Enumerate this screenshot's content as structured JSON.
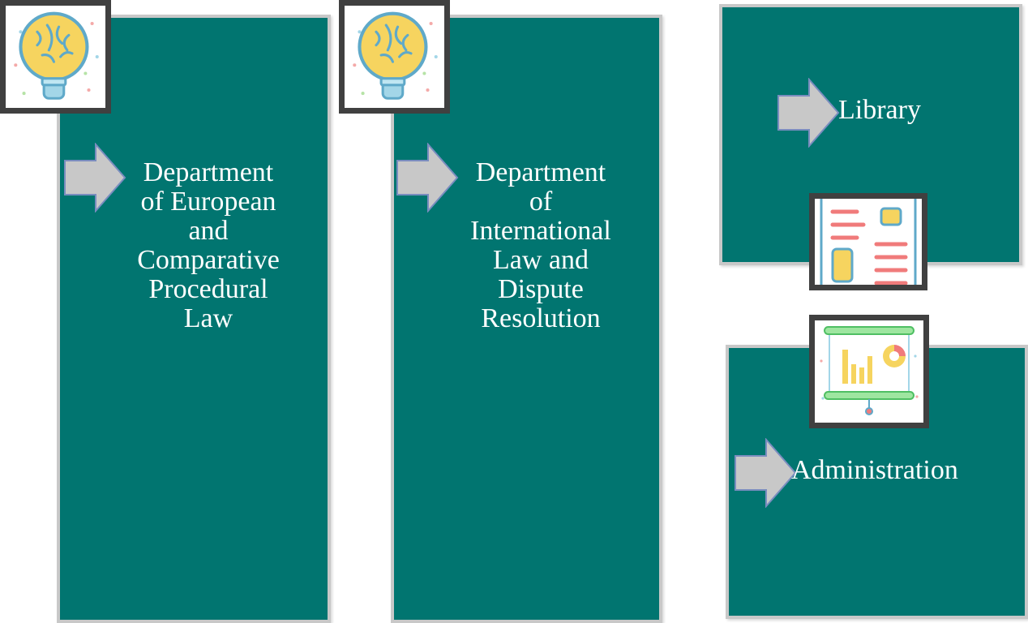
{
  "colors": {
    "panel_fill": "#017570",
    "panel_border": "#c8c8c8",
    "arrow_fill": "#c8c8c8",
    "arrow_stroke": "#7a8dbf",
    "text": "#ffffff",
    "tile_frame": "#404040"
  },
  "panels": [
    {
      "label": "Department\nof European\nand\nComparative\nProcedural\nLaw",
      "icon": "lightbulb-brain-icon"
    },
    {
      "label": "Department\nof\nInternational\nLaw and\nDispute\nResolution",
      "icon": "lightbulb-brain-icon"
    },
    {
      "label": "Library",
      "icon": "document-layout-icon"
    },
    {
      "label": "Administration",
      "icon": "presentation-chart-icon"
    }
  ]
}
